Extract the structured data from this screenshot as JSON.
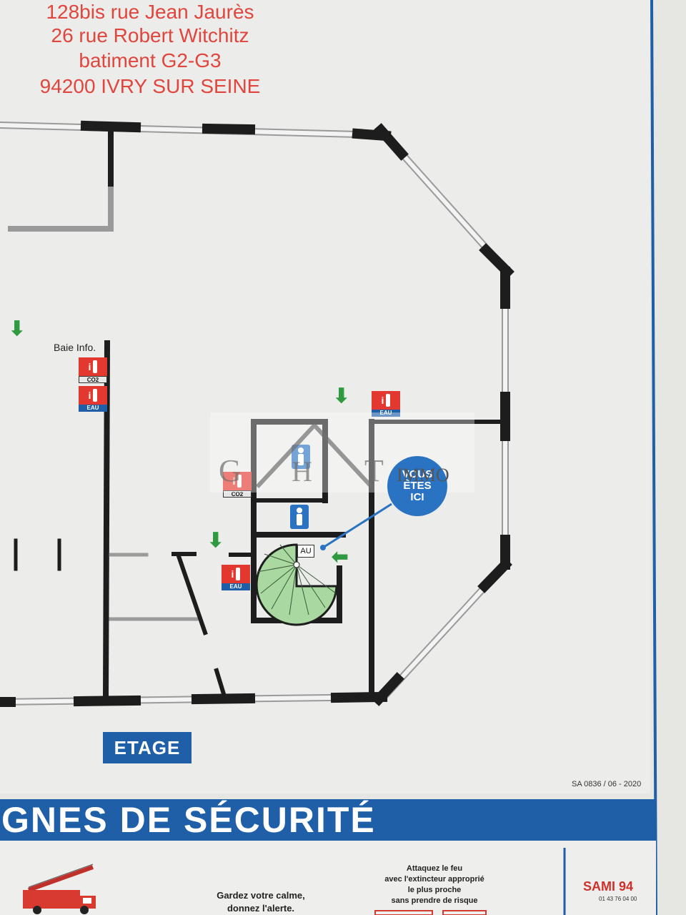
{
  "address": {
    "line1": "128bis rue Jean Jaurès",
    "line2": "26 rue Robert Witchitz",
    "line3": "batiment G2-G3",
    "line4": "94200 IVRY SUR SEINE"
  },
  "plan": {
    "baie_info_label": "Baie Info.",
    "extinguishers": [
      {
        "type": "CO2"
      },
      {
        "type": "EAU"
      },
      {
        "type": "EAU"
      },
      {
        "type": "CO2"
      },
      {
        "type": "EAU"
      }
    ],
    "you_are_here": [
      "VOUS",
      "ÊTES",
      "ICI"
    ],
    "au_label": "AU",
    "floor_label": "ETAGE",
    "reference": "SA 0836 / 06 - 2020"
  },
  "watermark": {
    "text": "IMMO"
  },
  "footer": {
    "banner_title": "GNES DE SÉCURITÉ",
    "instruction_calm": [
      "Gardez votre calme,",
      "donnez l'alerte."
    ],
    "instruction_fire": [
      "Attaquez le feu",
      "avec l'extincteur approprié",
      "le plus proche",
      "sans prendre de risque"
    ],
    "company": "SAMI 94",
    "company_phone": "01 43 76 04 00"
  },
  "colors": {
    "address_red": "#e0463d",
    "safety_blue": "#1e5fa8",
    "exit_green": "#2f9a3f",
    "stair_green": "#a9d9a0",
    "wall_black": "#1d1d1d",
    "extinguisher_red": "#e2382f"
  }
}
